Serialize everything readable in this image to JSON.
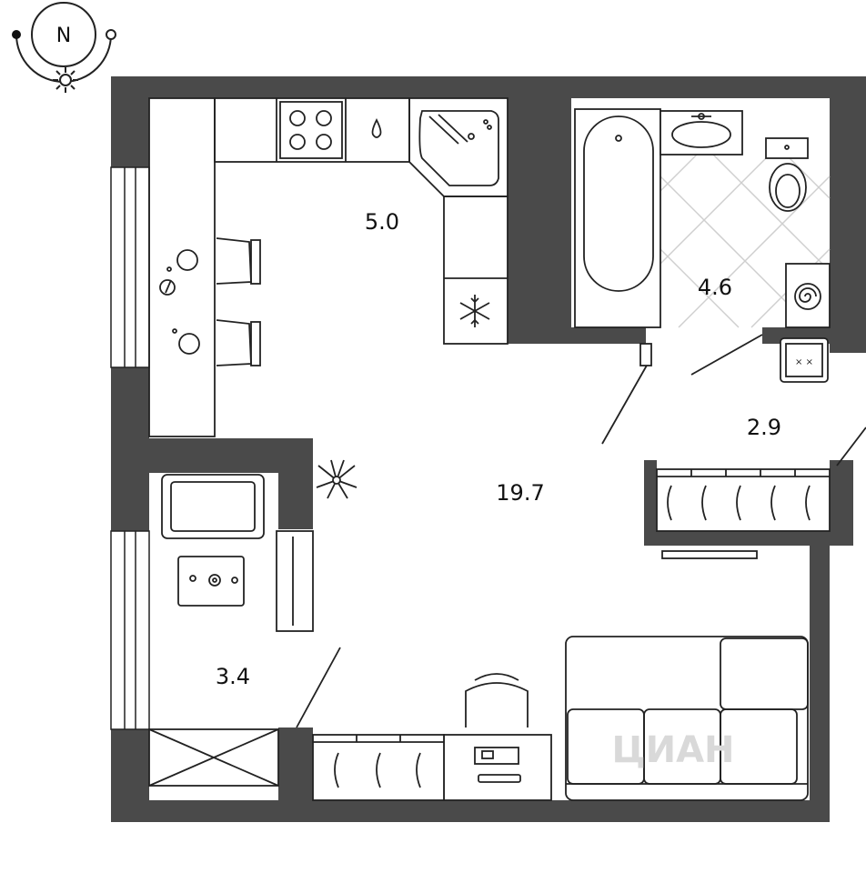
{
  "compass": {
    "letter": "N"
  },
  "rooms": [
    {
      "id": "kitchen",
      "area": "5.0"
    },
    {
      "id": "bathroom",
      "area": "4.6"
    },
    {
      "id": "hall",
      "area": "2.9"
    },
    {
      "id": "living",
      "area": "19.7"
    },
    {
      "id": "loggia",
      "area": "3.4"
    }
  ],
  "watermark": "ЦИАН",
  "colors": {
    "wall": "#4a4a4a",
    "line": "#222222",
    "tile": "#cfcfcf"
  }
}
